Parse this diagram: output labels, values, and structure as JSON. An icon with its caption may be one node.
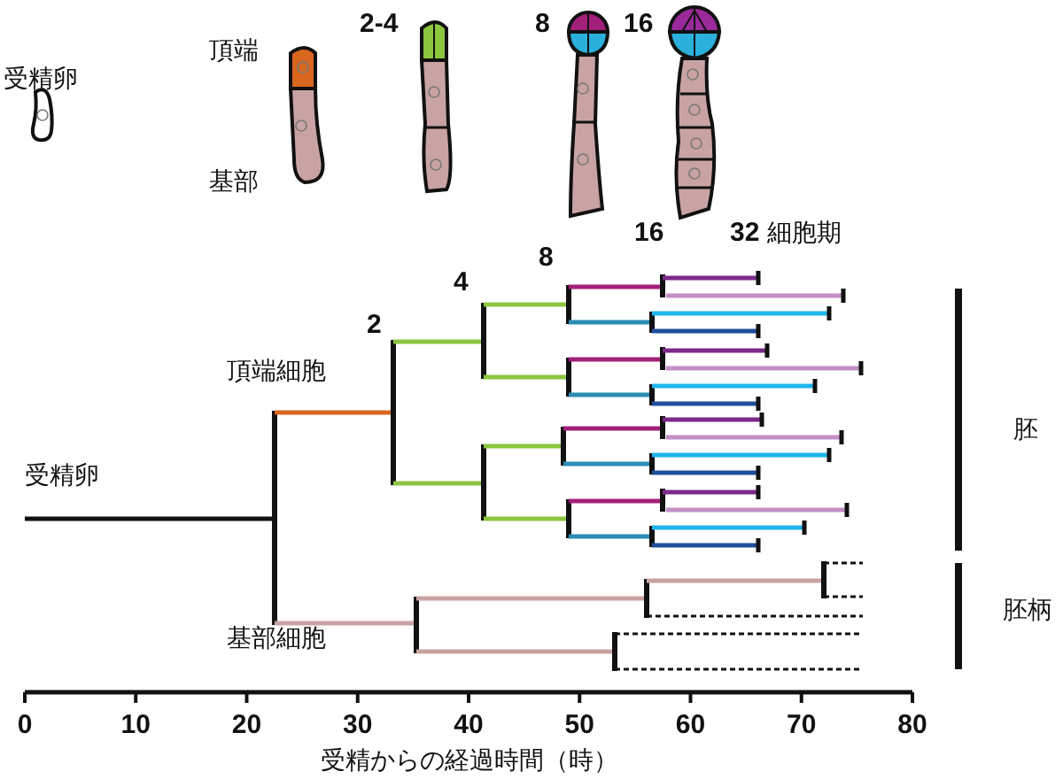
{
  "diagram": {
    "labels": [
      "受精卵",
      "頂端",
      "2-4",
      "8",
      "16",
      "基部",
      "16",
      "**32** 細胞期",
      "8",
      "4",
      "2",
      "頂端細胞",
      "胚",
      "受精卵",
      "胚柄",
      "基部細胞",
      "0",
      "10",
      "20",
      "30",
      "40",
      "50",
      "60",
      "70",
      "80",
      "受精からの経過時間（時）"
    ]
  }
}
